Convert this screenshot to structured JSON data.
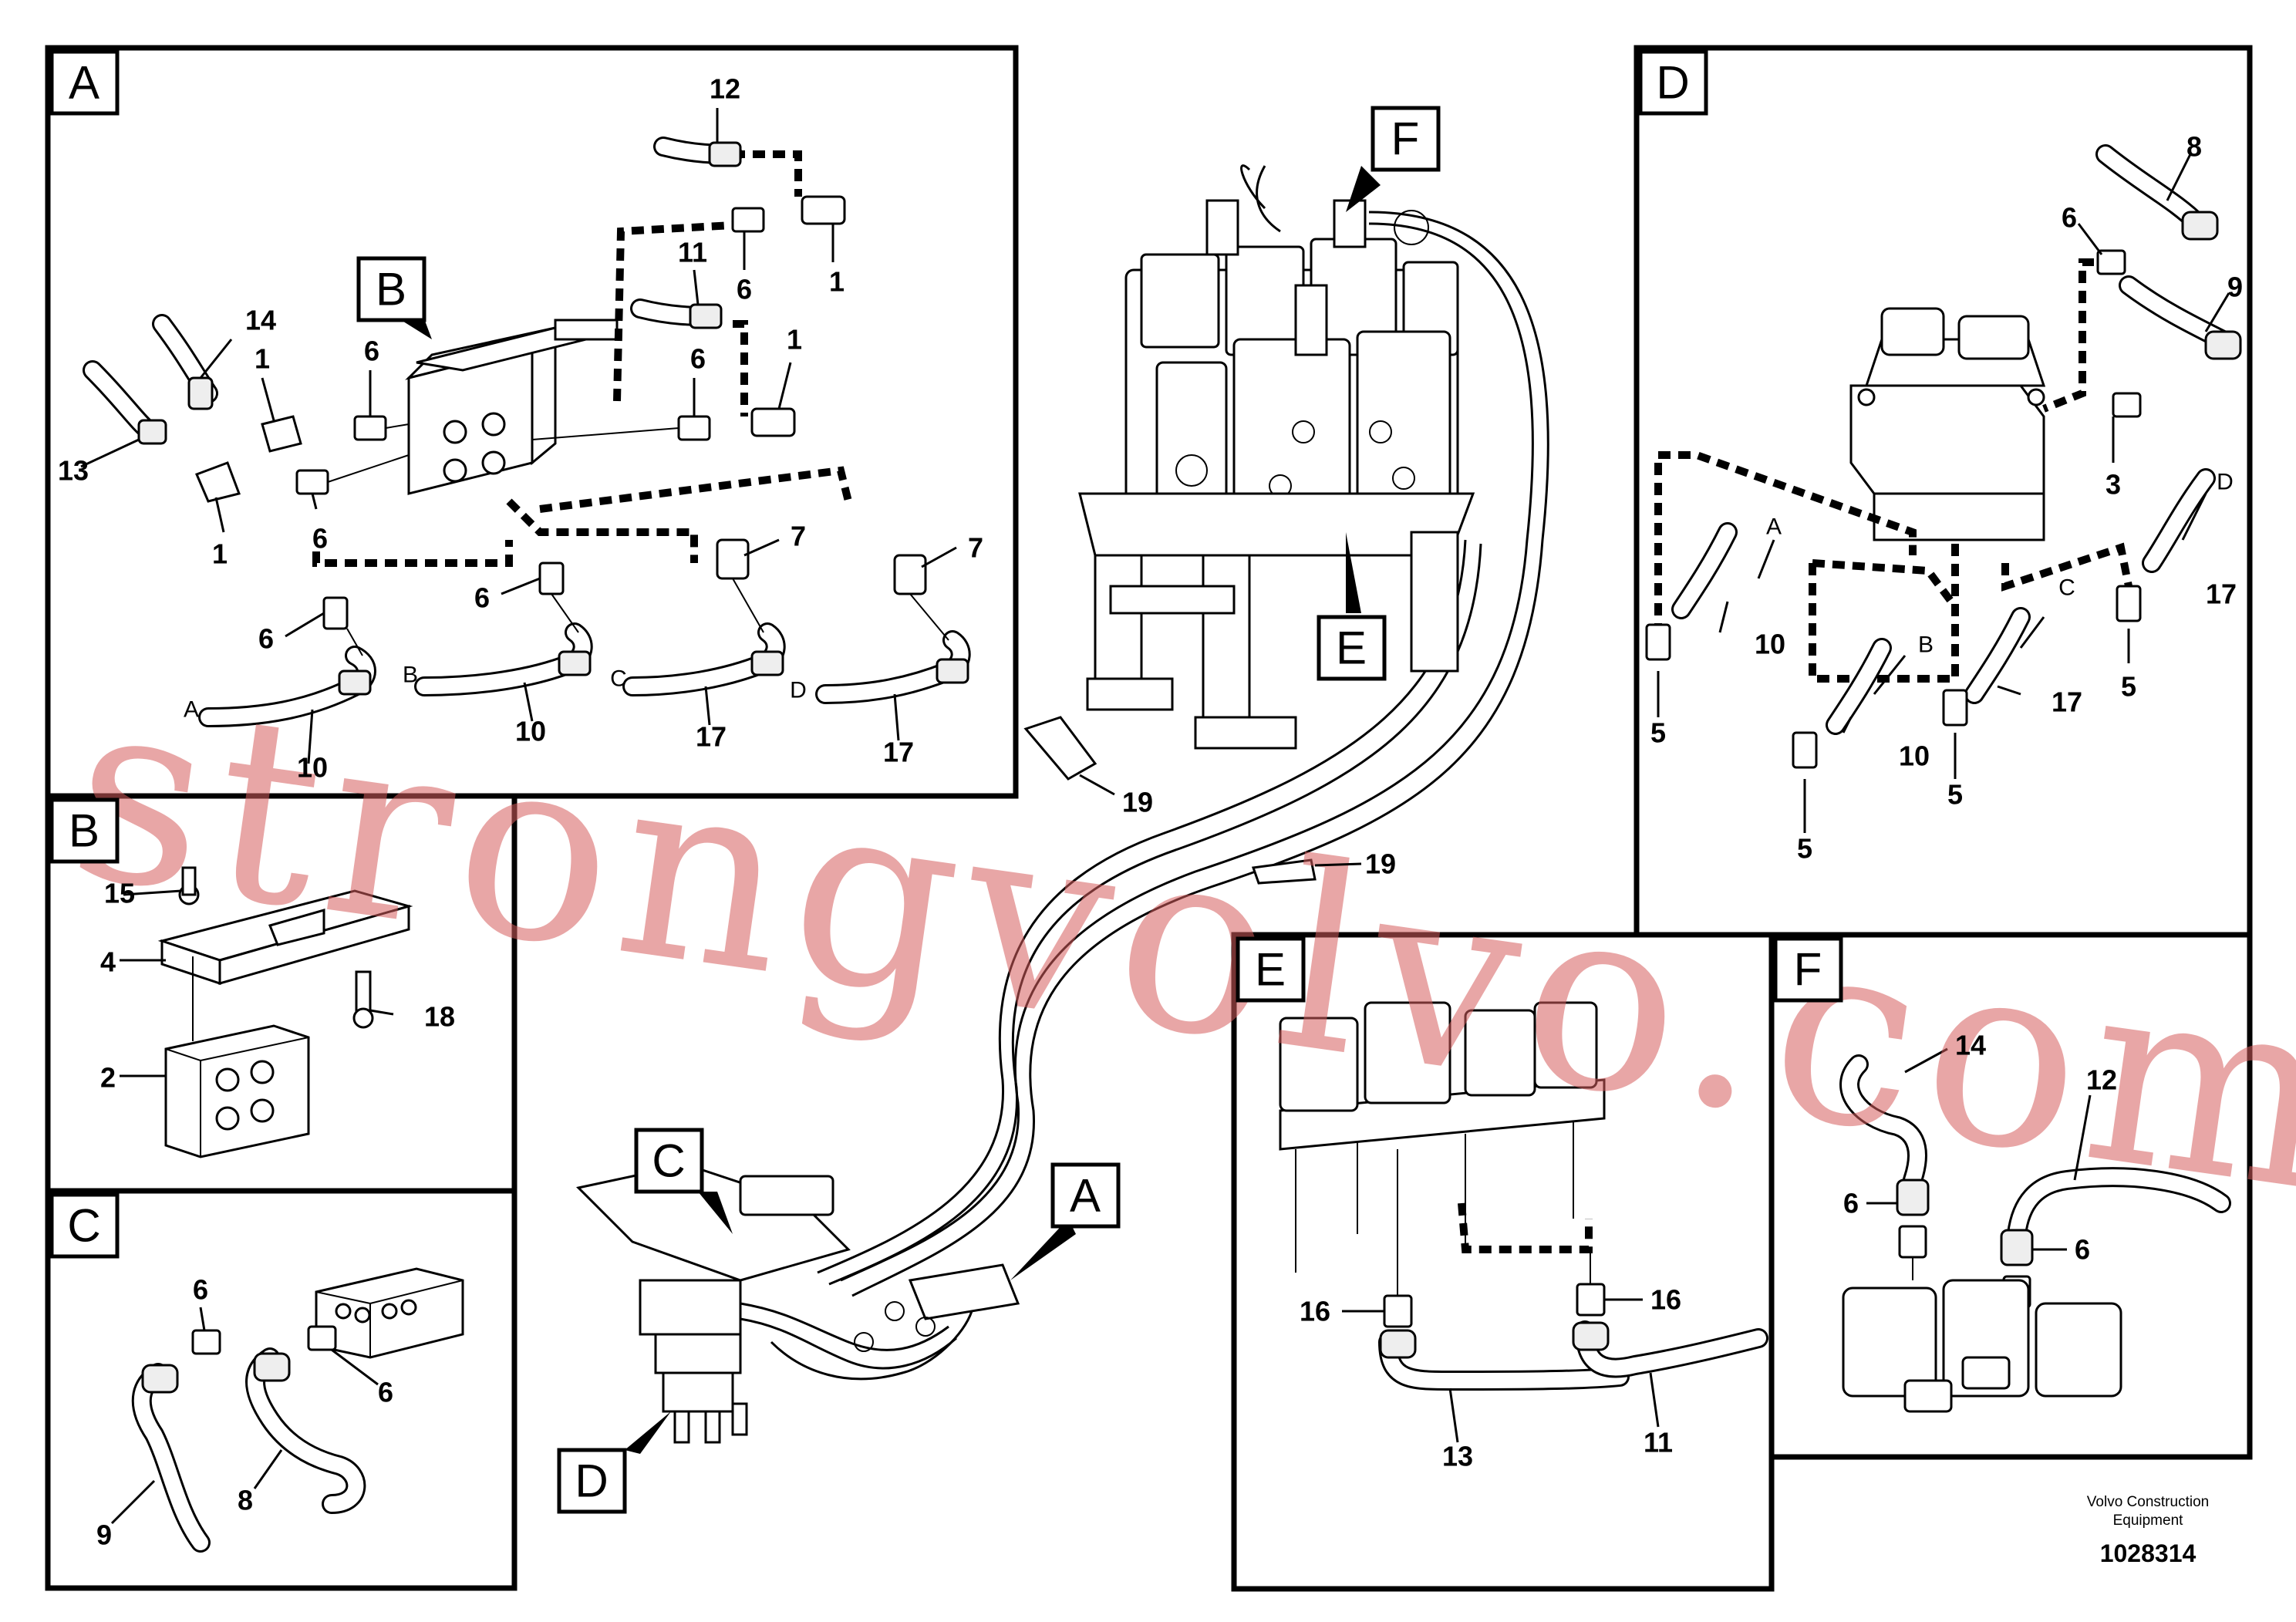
{
  "sections": {
    "A": "A",
    "B": "B",
    "C": "C",
    "D": "D",
    "E": "E",
    "F": "F"
  },
  "callouts": {
    "A": "A",
    "B": "B",
    "C": "C",
    "D": "D",
    "E": "E",
    "F": "F"
  },
  "connections": {
    "A": "A",
    "B": "B",
    "C": "C",
    "D": "D"
  },
  "parts": {
    "p1": "1",
    "p2": "2",
    "p3": "3",
    "p4": "4",
    "p5": "5",
    "p6": "6",
    "p7": "7",
    "p8": "8",
    "p9": "9",
    "p10": "10",
    "p11": "11",
    "p12": "12",
    "p13": "13",
    "p14": "14",
    "p15": "15",
    "p16": "16",
    "p17": "17",
    "p18": "18",
    "p19": "19"
  },
  "watermark": "strongvolvo.com",
  "footer": {
    "manufacturer_line1": "Volvo Construction",
    "manufacturer_line2": "Equipment",
    "drawing_number": "1028314"
  },
  "colors": {
    "line": "#000000",
    "watermark": "#d65c5c",
    "background": "#ffffff"
  }
}
